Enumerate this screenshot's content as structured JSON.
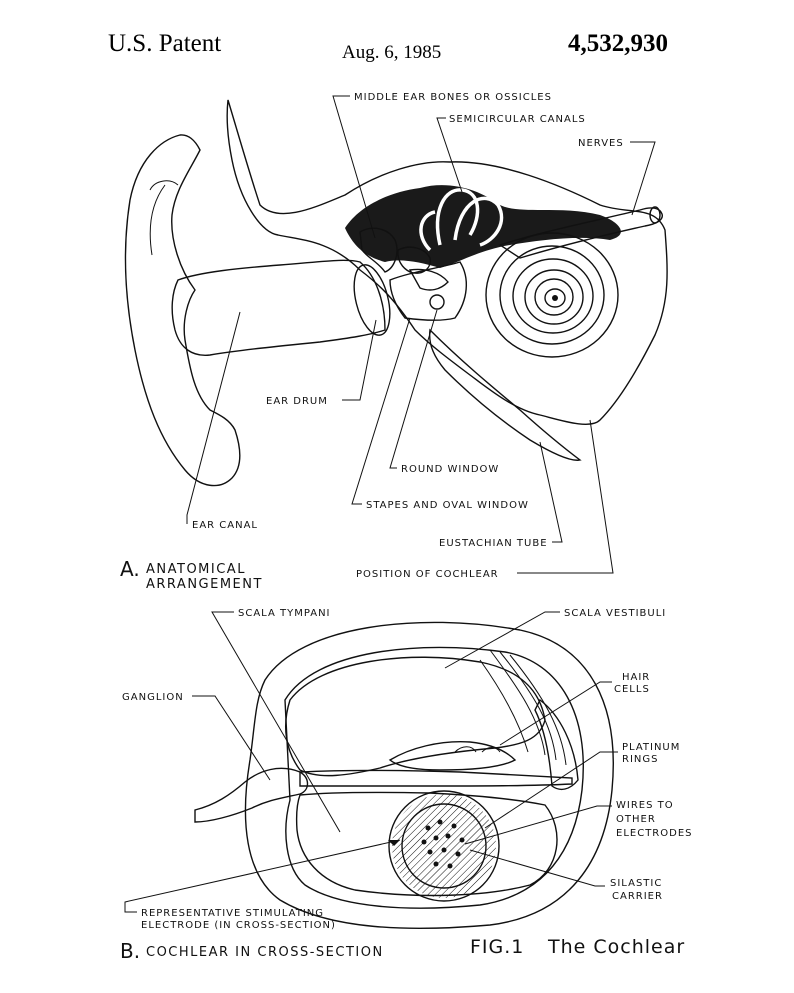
{
  "header": {
    "left": "U.S. Patent",
    "date": "Aug. 6, 1985",
    "number": "4,532,930"
  },
  "part_a": {
    "letter": "A.",
    "title_line1": "ANATOMICAL",
    "title_line2": "ARRANGEMENT",
    "labels": {
      "ossicles": "MIDDLE EAR BONES OR OSSICLES",
      "semicircular": "SEMICIRCULAR CANALS",
      "nerves": "NERVES",
      "ear_drum": "EAR DRUM",
      "round_window": "ROUND WINDOW",
      "stapes": "STAPES AND OVAL WINDOW",
      "eustachian": "EUSTACHIAN TUBE",
      "position_cochlear": "POSITION OF COCHLEAR",
      "ear_canal": "EAR CANAL"
    }
  },
  "part_b": {
    "letter": "B.",
    "title": "COCHLEAR IN CROSS-SECTION",
    "labels": {
      "scala_tympani": "SCALA TYMPANI",
      "scala_vestibuli": "SCALA VESTIBULI",
      "hair_1": "HAIR",
      "hair_2": "CELLS",
      "ganglion": "GANGLION",
      "platinum_1": "PLATINUM",
      "platinum_2": "RINGS",
      "wires_1": "WIRES TO",
      "wires_2": "OTHER",
      "wires_3": "ELECTRODES",
      "silastic_1": "SILASTIC",
      "silastic_2": "CARRIER",
      "electrode_1": "REPRESENTATIVE STIMULATING",
      "electrode_2": "ELECTRODE (IN CROSS-SECTION)"
    }
  },
  "figure": {
    "number": "FIG.1",
    "caption": "The Cochlear"
  }
}
